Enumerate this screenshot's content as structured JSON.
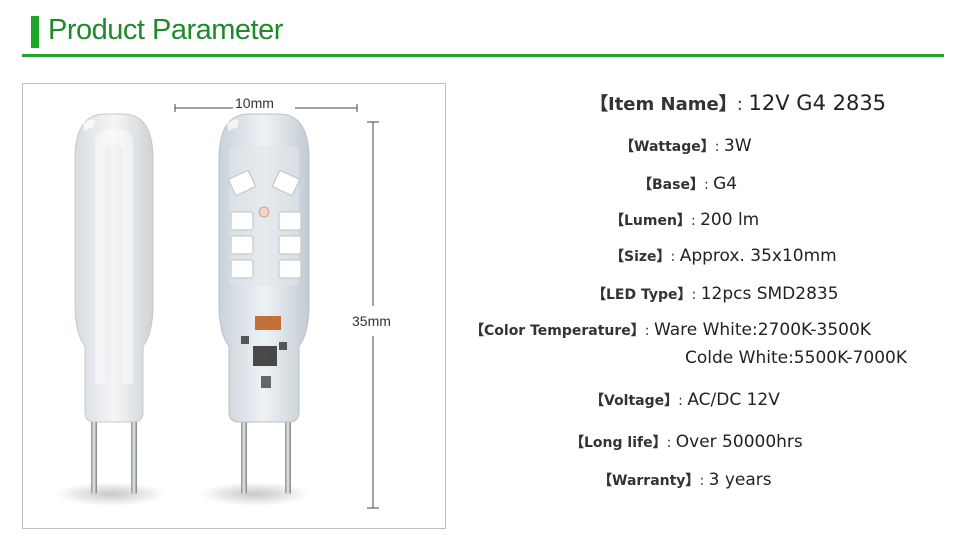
{
  "header": {
    "title": "Product Parameter",
    "accent_color": "#1ea52a"
  },
  "figure": {
    "width_label": "10mm",
    "height_label": "35mm"
  },
  "params": [
    {
      "label": "【Item Name】",
      "colon": ":",
      "value": "12V G4 2835"
    },
    {
      "label": "【Wattage】",
      "colon": ":",
      "value": "3W"
    },
    {
      "label": "【Base】",
      "colon": ":",
      "value": "G4"
    },
    {
      "label": "【Lumen】",
      "colon": ":",
      "value": "200 lm"
    },
    {
      "label": "【Size】",
      "colon": ":",
      "value": "Approx. 35x10mm"
    },
    {
      "label": "【LED Type】",
      "colon": ":",
      "value": "12pcs SMD2835"
    },
    {
      "label": "【Color Temperature】",
      "colon": ":",
      "value": "Ware White:2700K-3500K",
      "value2": "Colde White:5500K-7000K"
    },
    {
      "label": "【Voltage】",
      "colon": ":",
      "value": "AC/DC 12V"
    },
    {
      "label": "【Long life】",
      "colon": ":",
      "value": "Over 50000hrs"
    },
    {
      "label": "【Warranty】",
      "colon": ":",
      "value": "3 years"
    }
  ]
}
